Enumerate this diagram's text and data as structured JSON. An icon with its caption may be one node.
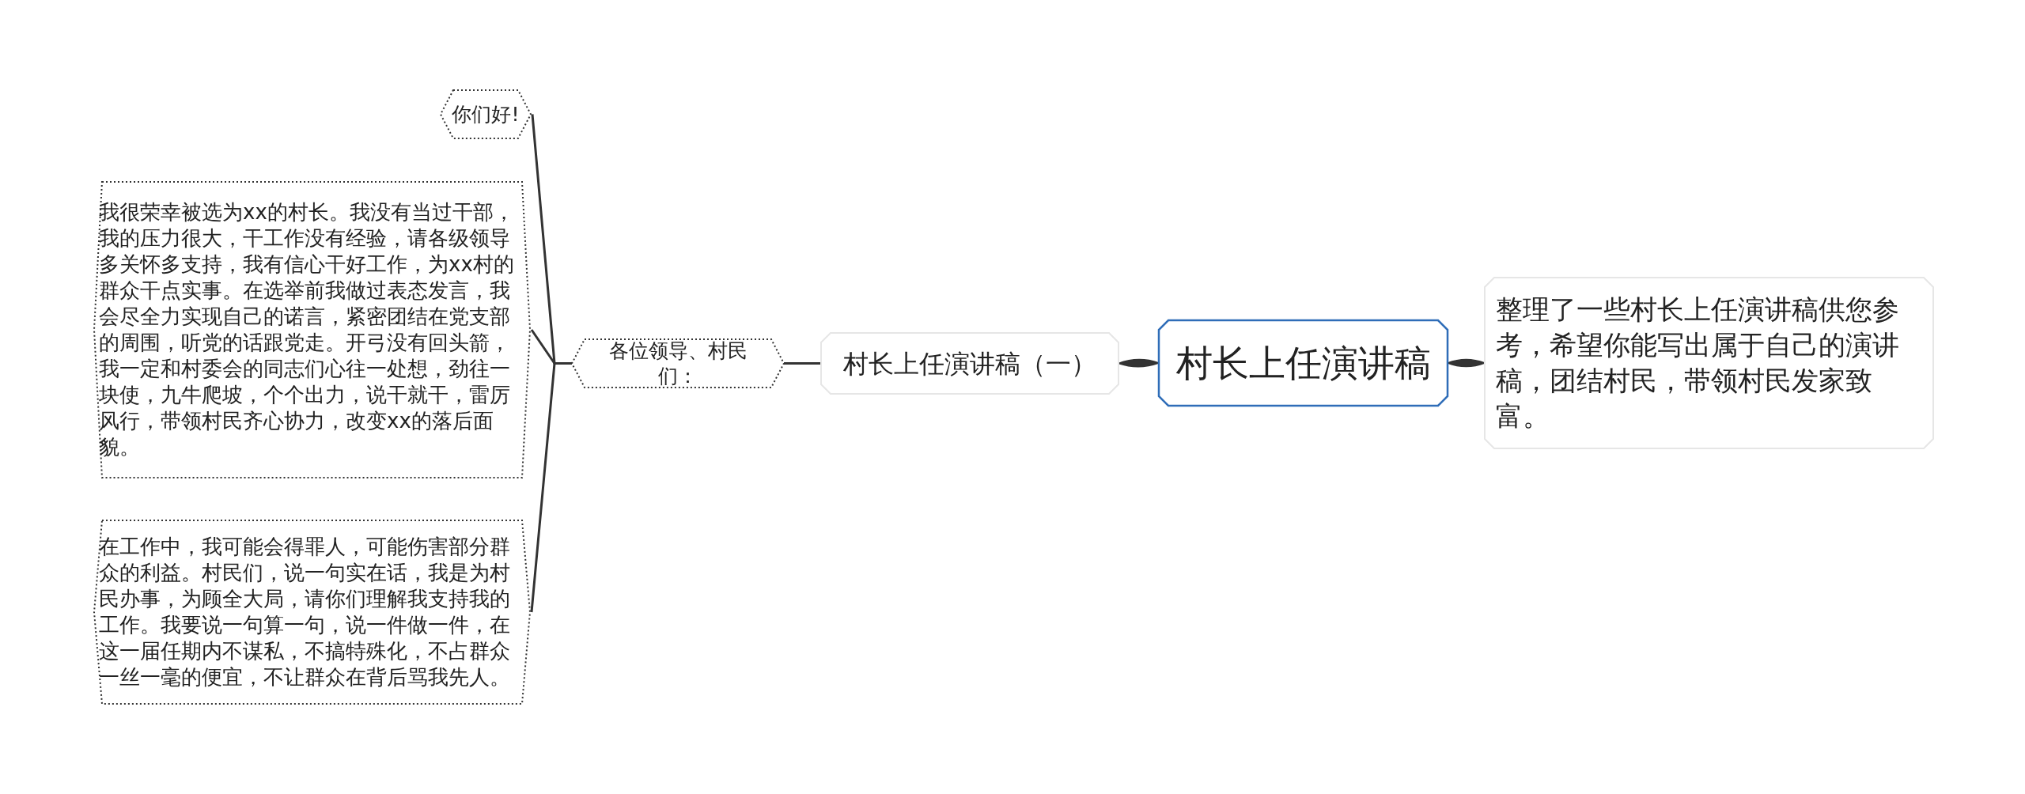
{
  "diagram": {
    "nodes": [
      {
        "text": [
          "村长上任演讲稿"
        ]
      },
      {
        "text": [
          "整理了一些村长上任演讲稿供您参考，希望你能写出属于自己的演讲稿，团结村民，带领村民发家致富。"
        ]
      },
      {
        "text": [
          "村长上任演讲稿（一）"
        ]
      },
      {
        "text": [
          "各位领导、村民们："
        ]
      },
      {
        "text": [
          "你们好!"
        ]
      },
      {
        "text": [
          "我很荣幸被选为xx的村长。我没有当过干部，我的压力很大，干工作没有经验，请各级领导多关怀多支持，我有信心干好工作，为xx村的群众干点实事。在选举前我做过表态发言，我会尽全力实现自己的诺言，紧密团结在党支部的周围，听党的话跟党走。开弓没有回头箭，我一定和村委会的同志们心往一处想，劲往一块使，九牛爬坡，个个出力，说干就干，雷厉风行，带领村民齐心协力，改变xx的落后面貌。"
        ]
      },
      {
        "text": [
          "在工作中，我可能会得罪人，可能伤害部分群众的利益。村民们，说一句实在话，我是为村民办事，为顾全大局，请你们理解我支持我的工作。我要说一句算一句，说一件做一件，在这一届任期内不谋私，不搞特殊化，不占群众一丝一毫的便宜，不让群众在背后骂我先人。"
        ]
      }
    ],
    "edges": [
      {
        "from": 0,
        "to": 1,
        "arrow": "none",
        "style": "thick"
      },
      {
        "from": 0,
        "to": 2,
        "arrow": "none",
        "style": "thick"
      },
      {
        "from": 2,
        "to": 3,
        "arrow": "none"
      },
      {
        "from": 3,
        "to": 4,
        "arrow": "none"
      },
      {
        "from": 3,
        "to": 5,
        "arrow": "none"
      },
      {
        "from": 3,
        "to": 6,
        "arrow": "none"
      }
    ]
  }
}
